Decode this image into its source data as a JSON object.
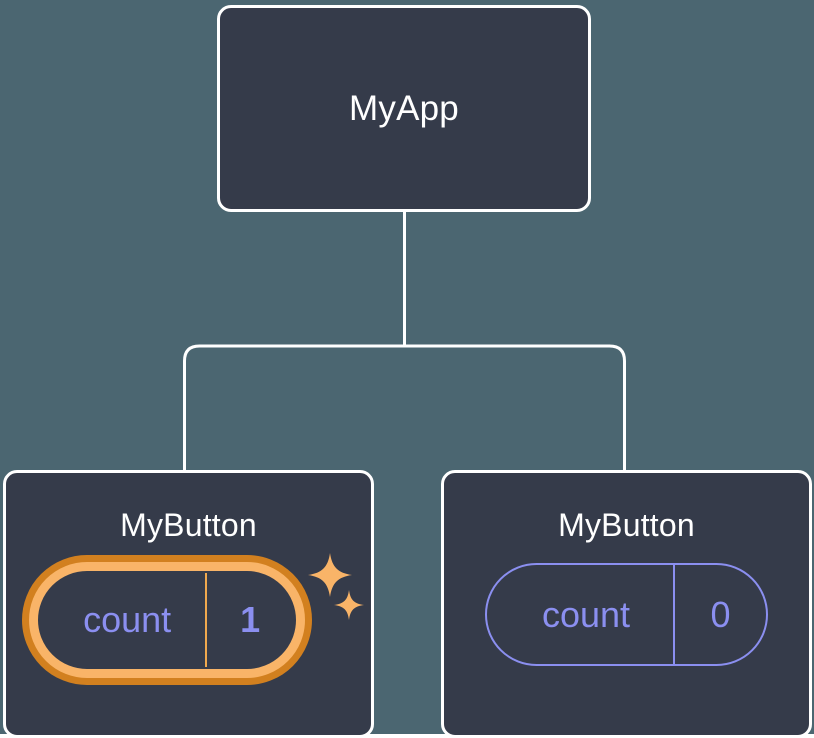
{
  "theme": {
    "background": "#4b6671",
    "node_fill": "#353b4a",
    "node_border": "#ffffff",
    "edge_color": "#ffffff",
    "state_color": "#8b8ff0",
    "highlight_outer": "#d2801f",
    "highlight_inner": "#f9b468",
    "sparkle_color": "#f9b468"
  },
  "diagram": {
    "type": "component-tree",
    "root": {
      "name": "root-node",
      "title": "MyApp"
    },
    "children": [
      {
        "name": "child-node-left",
        "title": "MyButton",
        "highlighted": true,
        "state": {
          "key": "count",
          "value": "1"
        },
        "sparkles": [
          "sparkle-large",
          "sparkle-small"
        ]
      },
      {
        "name": "child-node-right",
        "title": "MyButton",
        "highlighted": false,
        "state": {
          "key": "count",
          "value": "0"
        }
      }
    ]
  }
}
